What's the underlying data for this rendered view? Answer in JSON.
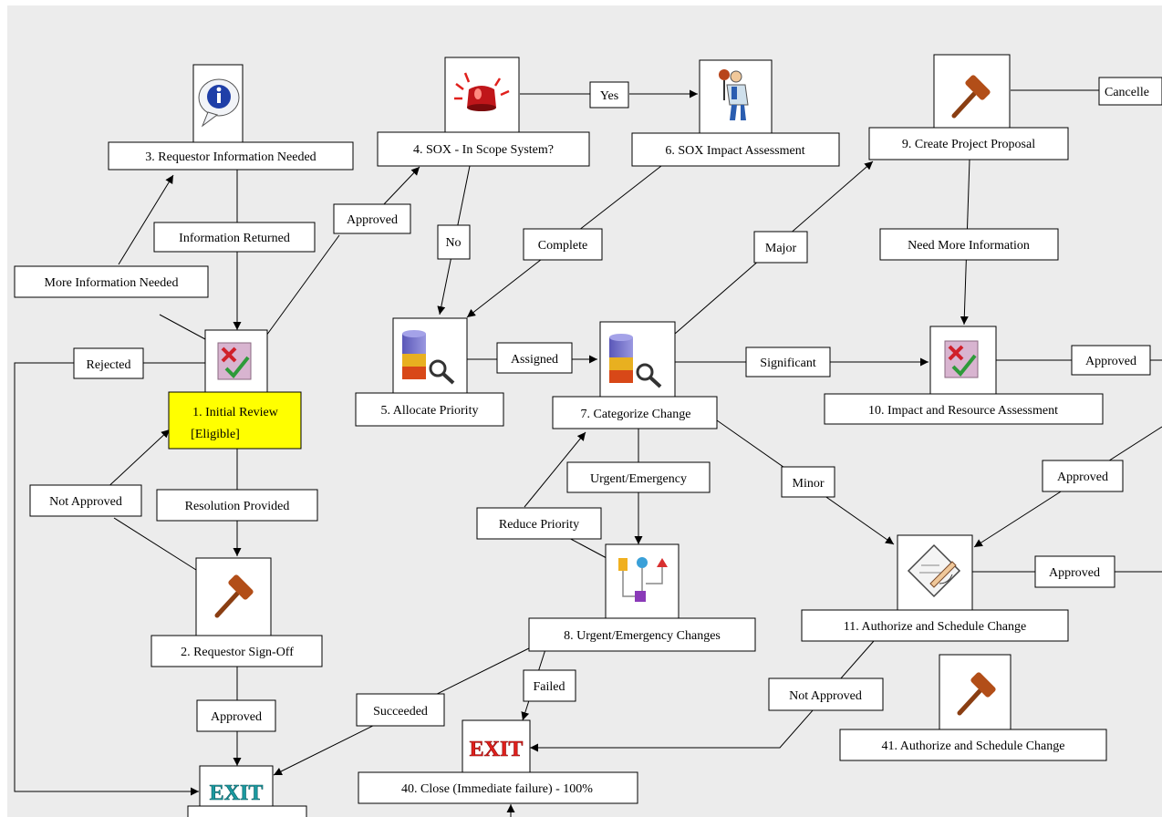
{
  "workflow": {
    "nodes": [
      {
        "id": "n3",
        "label": "3. Requestor Information Needed",
        "icon": "info-icon"
      },
      {
        "id": "n4",
        "label": "4. SOX - In Scope System?",
        "icon": "alarm-siren-icon"
      },
      {
        "id": "n6",
        "label": "6. SOX Impact Assessment",
        "icon": "person-presenting-icon"
      },
      {
        "id": "n9",
        "label": "9. Create Project Proposal",
        "icon": "gavel-icon"
      },
      {
        "id": "n1",
        "label": "1. Initial Review",
        "sublabel": "[Eligible]",
        "icon": "review-check-icon",
        "highlight": "#ffff00"
      },
      {
        "id": "n5",
        "label": "5. Allocate Priority",
        "icon": "database-search-icon"
      },
      {
        "id": "n7",
        "label": "7. Categorize Change",
        "icon": "database-search-icon"
      },
      {
        "id": "n10",
        "label": "10. Impact and Resource Assessment",
        "icon": "review-check-icon"
      },
      {
        "id": "n2",
        "label": "2. Requestor Sign-Off",
        "icon": "gavel-icon"
      },
      {
        "id": "n8",
        "label": "8. Urgent/Emergency Changes",
        "icon": "workflow-shapes-icon"
      },
      {
        "id": "n11",
        "label": "11. Authorize and Schedule Change",
        "icon": "signing-document-icon"
      },
      {
        "id": "n41",
        "label": "41. Authorize and Schedule Change",
        "icon": "gavel-icon"
      },
      {
        "id": "n40",
        "label": "40. Close (Immediate failure) - 100%",
        "icon": "exit-sign-icon"
      },
      {
        "id": "nexit",
        "label": "",
        "icon": "exit-sign-icon"
      }
    ],
    "transitions": [
      {
        "id": "t-yes",
        "label": "Yes"
      },
      {
        "id": "t-cancelled",
        "label": "Cancelle"
      },
      {
        "id": "t-approved-4",
        "label": "Approved"
      },
      {
        "id": "t-info-returned",
        "label": "Information Returned"
      },
      {
        "id": "t-no",
        "label": "No"
      },
      {
        "id": "t-complete",
        "label": "Complete"
      },
      {
        "id": "t-major",
        "label": "Major"
      },
      {
        "id": "t-need-more-info",
        "label": "Need More Information"
      },
      {
        "id": "t-more-info-needed",
        "label": "More Information Needed"
      },
      {
        "id": "t-rejected",
        "label": "Rejected"
      },
      {
        "id": "t-assigned",
        "label": "Assigned"
      },
      {
        "id": "t-significant",
        "label": "Significant"
      },
      {
        "id": "t-approved-10",
        "label": "Approved"
      },
      {
        "id": "t-urgent",
        "label": "Urgent/Emergency"
      },
      {
        "id": "t-minor",
        "label": "Minor"
      },
      {
        "id": "t-approved-11in",
        "label": "Approved"
      },
      {
        "id": "t-not-approved-2",
        "label": "Not Approved"
      },
      {
        "id": "t-resolution",
        "label": "Resolution Provided"
      },
      {
        "id": "t-reduce-priority",
        "label": "Reduce Priority"
      },
      {
        "id": "t-approved-11out",
        "label": "Approved"
      },
      {
        "id": "t-failed",
        "label": "Failed"
      },
      {
        "id": "t-not-approved-11",
        "label": "Not Approved"
      },
      {
        "id": "t-succeeded",
        "label": "Succeeded"
      },
      {
        "id": "t-approved-2",
        "label": "Approved"
      }
    ],
    "exit_text": "EXIT",
    "colors": {
      "canvas": "#ececec",
      "node_border": "#000000",
      "highlight": "#ffff00",
      "exit_red": "#e0201c",
      "exit_teal": "#1a9aa0"
    }
  }
}
